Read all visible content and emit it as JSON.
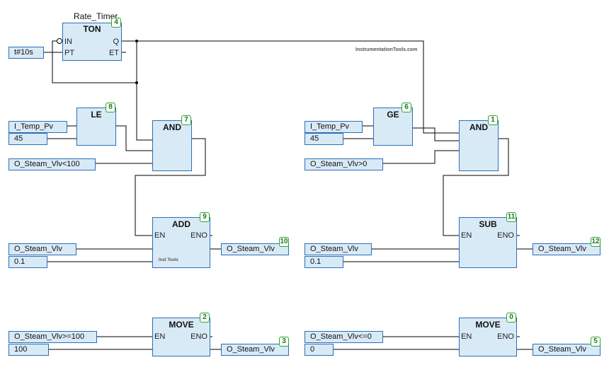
{
  "watermark": "InstrumentationTools.com",
  "inst_tag": "Inst Tools",
  "timer": {
    "instance": "Rate_Timer",
    "type": "TON",
    "in": "IN",
    "pt": "PT",
    "q": "Q",
    "et": "ET",
    "preset": "t#10s",
    "number": "4"
  },
  "le": {
    "title": "LE",
    "number": "8",
    "in1": "I_Temp_Pv",
    "in2": "45"
  },
  "and7": {
    "title": "AND",
    "number": "7"
  },
  "cond_lt": "O_Steam_Vlv<100",
  "add": {
    "title": "ADD",
    "en": "EN",
    "eno": "ENO",
    "number": "9",
    "in1": "O_Steam_Vlv",
    "in2": "0.1",
    "out": "O_Steam_Vlv",
    "out_number": "10"
  },
  "move2": {
    "title": "MOVE",
    "en": "EN",
    "eno": "ENO",
    "number": "2",
    "cond": "O_Steam_Vlv>=100",
    "in": "100",
    "out": "O_Steam_Vlv",
    "out_number": "3"
  },
  "ge": {
    "title": "GE",
    "number": "6",
    "in1": "I_Temp_Pv",
    "in2": "45"
  },
  "and1": {
    "title": "AND",
    "number": "1"
  },
  "cond_gt": "O_Steam_Vlv>0",
  "sub": {
    "title": "SUB",
    "en": "EN",
    "eno": "ENO",
    "number": "11",
    "in1": "O_Steam_Vlv",
    "in2": "0.1",
    "out": "O_Steam_Vlv",
    "out_number": "12"
  },
  "move0": {
    "title": "MOVE",
    "en": "EN",
    "eno": "ENO",
    "number": "0",
    "cond": "O_Steam_Vlv<=0",
    "in": "0",
    "out": "O_Steam_Vlv",
    "out_number": "5"
  },
  "colors": {
    "block_fill": "#d9eaf7",
    "block_border": "#2b6fb4",
    "badge_border": "#2aa52a",
    "wire": "#000000"
  }
}
